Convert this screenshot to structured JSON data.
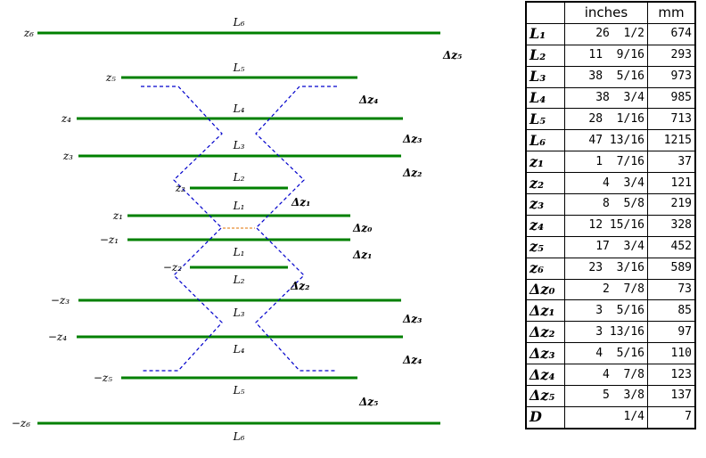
{
  "diagram": {
    "labels": {
      "L1": "L₁",
      "L2": "L₂",
      "L3": "L₃",
      "L4": "L₄",
      "L5": "L₅",
      "L6": "L₆",
      "z1": "z₁",
      "z2": "z₂",
      "z3": "z₃",
      "z4": "z₄",
      "z5": "z₅",
      "z6": "z₆",
      "nz1": "−z₁",
      "nz2": "−z₂",
      "nz3": "−z₃",
      "nz4": "−z₄",
      "nz5": "−z₅",
      "nz6": "−z₆",
      "dz0": "Δz₀",
      "dz1": "Δz₁",
      "dz2": "Δz₂",
      "dz3": "Δz₃",
      "dz4": "Δz₄",
      "dz5": "Δz₅"
    },
    "colors": {
      "element": "#008000",
      "guide": "#0000cc",
      "gap": "#e07000"
    }
  },
  "table": {
    "headers": {
      "blank": "",
      "inches": "inches",
      "mm": "mm"
    },
    "rows": [
      {
        "name": "L₁",
        "inches": "26  1/2",
        "mm": "674"
      },
      {
        "name": "L₂",
        "inches": "11  9/16",
        "mm": "293"
      },
      {
        "name": "L₃",
        "inches": "38  5/16",
        "mm": "973"
      },
      {
        "name": "L₄",
        "inches": "38  3/4",
        "mm": "985"
      },
      {
        "name": "L₅",
        "inches": "28  1/16",
        "mm": "713"
      },
      {
        "name": "L₆",
        "inches": "47 13/16",
        "mm": "1215"
      },
      {
        "name": "z₁",
        "inches": " 1  7/16",
        "mm": "37"
      },
      {
        "name": "z₂",
        "inches": " 4  3/4",
        "mm": "121"
      },
      {
        "name": "z₃",
        "inches": " 8  5/8",
        "mm": "219"
      },
      {
        "name": "z₄",
        "inches": "12 15/16",
        "mm": "328"
      },
      {
        "name": "z₅",
        "inches": "17  3/4",
        "mm": "452"
      },
      {
        "name": "z₆",
        "inches": "23  3/16",
        "mm": "589"
      },
      {
        "name": "Δz₀",
        "inches": " 2  7/8",
        "mm": "73"
      },
      {
        "name": "Δz₁",
        "inches": " 3  5/16",
        "mm": "85"
      },
      {
        "name": "Δz₂",
        "inches": " 3 13/16",
        "mm": "97"
      },
      {
        "name": "Δz₃",
        "inches": " 4  5/16",
        "mm": "110"
      },
      {
        "name": "Δz₄",
        "inches": " 4  7/8",
        "mm": "123"
      },
      {
        "name": "Δz₅",
        "inches": " 5  3/8",
        "mm": "137"
      },
      {
        "name": "D",
        "inches": "     1/4",
        "mm": "7"
      }
    ]
  }
}
